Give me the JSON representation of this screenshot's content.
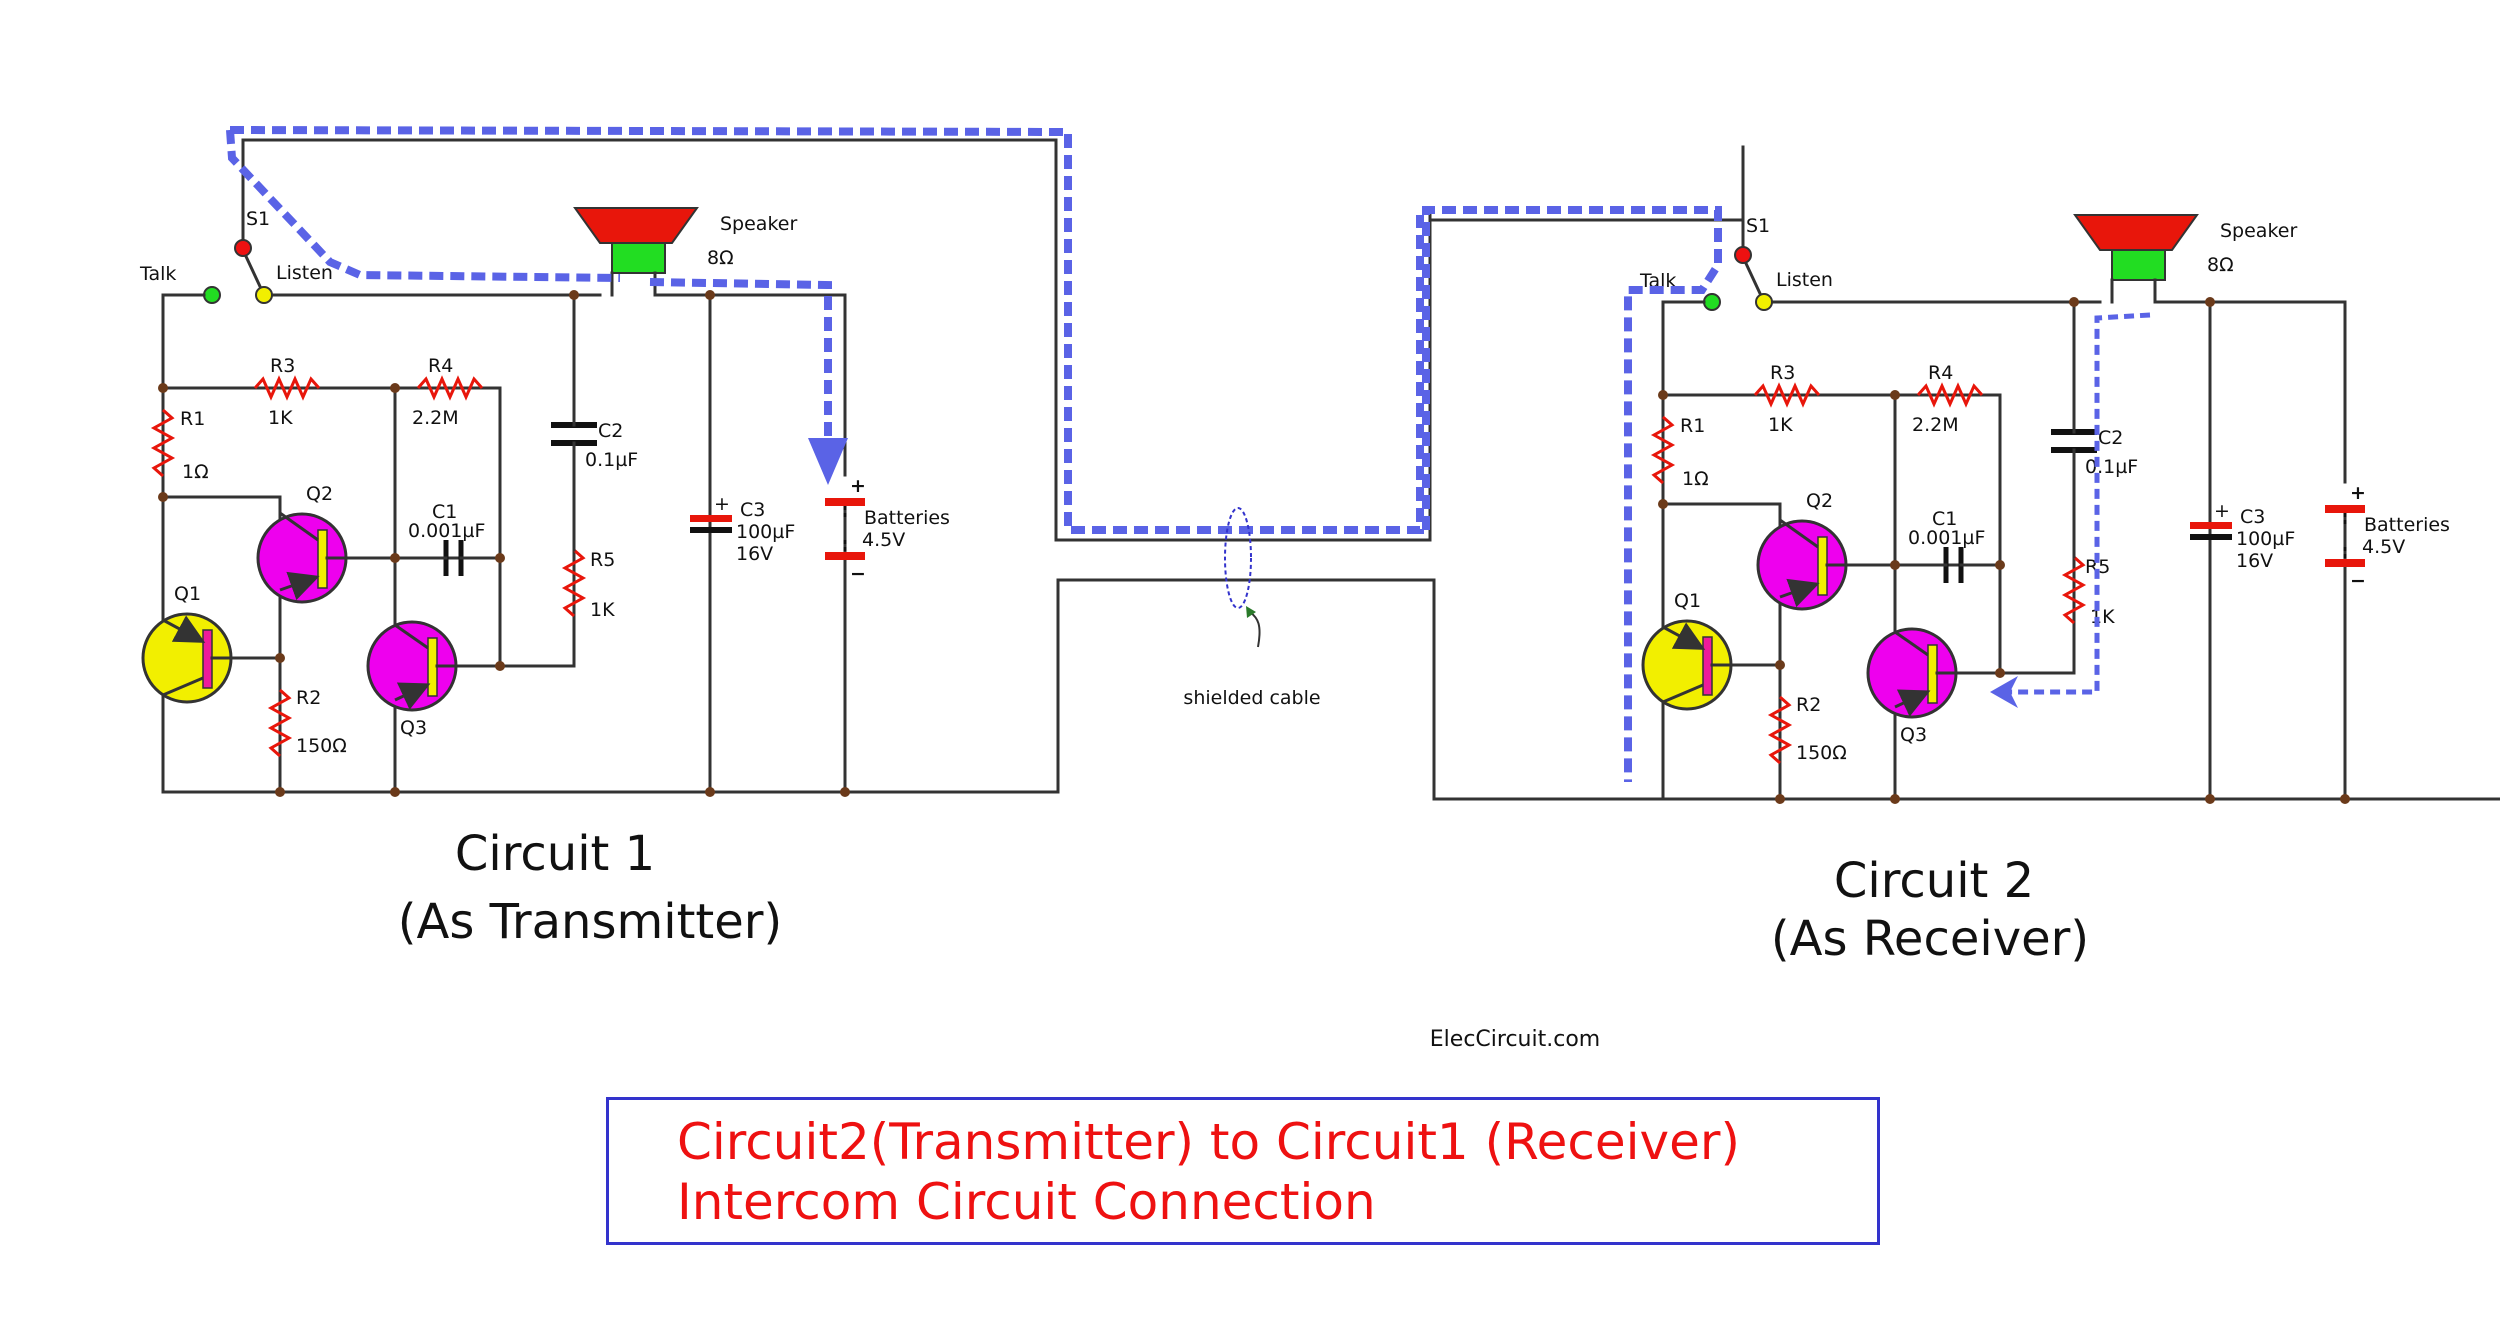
{
  "circuit1": {
    "title": "Circuit 1",
    "subtitle": "(As Transmitter)",
    "labels": {
      "talk": "Talk",
      "listen": "Listen",
      "switch": "S1",
      "speaker": "Speaker",
      "speaker_ohm": "8Ω",
      "r1": "R1",
      "r1_val": "1Ω",
      "r2": "R2",
      "r2_val": "150Ω",
      "r3": "R3",
      "r3_val": "1K",
      "r4": "R4",
      "r4_val": "2.2M",
      "r5": "R5",
      "r5_val": "1K",
      "c1": "C1",
      "c1_val": "0.001µF",
      "c2": "C2",
      "c2_val": "0.1µF",
      "c3": "C3",
      "c3_val": "100µF",
      "c3_volt": "16V",
      "q1": "Q1",
      "q2": "Q2",
      "q3": "Q3",
      "batt": "Batteries",
      "batt_val": "4.5V",
      "plus": "+",
      "minus": "−"
    }
  },
  "circuit2": {
    "title": "Circuit 2",
    "subtitle": "(As Receiver)",
    "labels": {
      "talk": "Talk",
      "listen": "Listen",
      "switch": "S1",
      "speaker": "Speaker",
      "speaker_ohm": "8Ω",
      "r1": "R1",
      "r1_val": "1Ω",
      "r2": "R2",
      "r2_val": "150Ω",
      "r3": "R3",
      "r3_val": "1K",
      "r4": "R4",
      "r4_val": "2.2M",
      "r5": "R5",
      "r5_val": "1K",
      "c1": "C1",
      "c1_val": "0.001µF",
      "c2": "C2",
      "c2_val": "0.1µF",
      "c3": "C3",
      "c3_val": "100µF",
      "c3_volt": "16V",
      "q1": "Q1",
      "q2": "Q2",
      "q3": "Q3",
      "batt": "Batteries",
      "batt_val": "4.5V",
      "plus": "+",
      "minus": "−"
    }
  },
  "cable_label": "shielded cable",
  "site": "ElecCircuit.com",
  "caption": {
    "line1": "Circuit2(Transmitter) to Circuit1 (Receiver)",
    "line2": "Intercom Circuit Connection"
  },
  "colors": {
    "wire": "#333333",
    "flow": "#5a63e6",
    "resistor": "#e8160b",
    "q1_body": "#f2ef00",
    "q2q3_body": "#ee00ee",
    "speaker_cone": "#e8160b",
    "speaker_magnet": "#22dd22",
    "caption_text": "#ee1111",
    "caption_border": "#3333cc"
  }
}
